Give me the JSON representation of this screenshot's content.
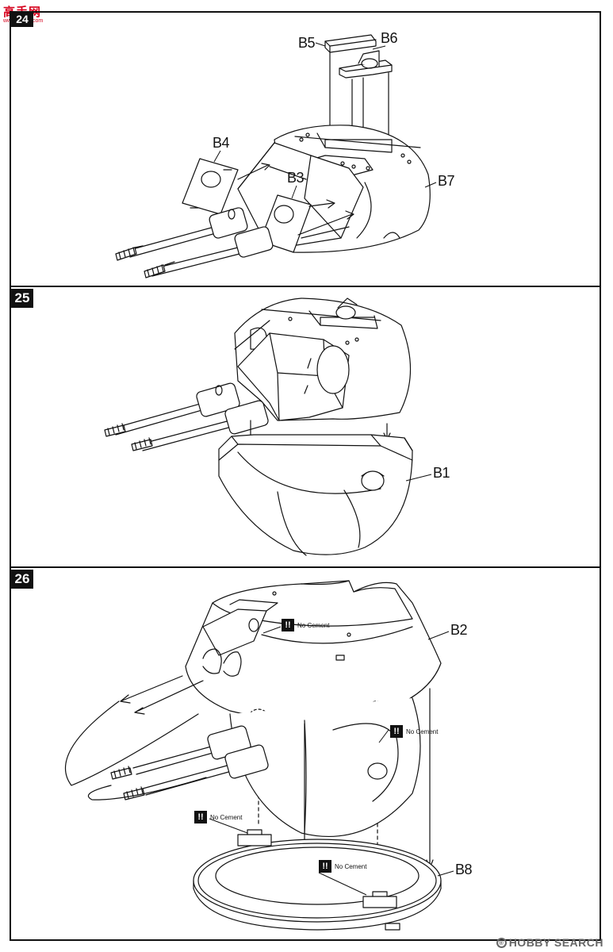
{
  "logo": {
    "text": "高手网",
    "url": "www.gsxcn.com"
  },
  "steps": [
    {
      "number": "24",
      "parts": [
        "B5",
        "B6",
        "B4",
        "B3",
        "B7"
      ]
    },
    {
      "number": "25",
      "parts": [
        "B1"
      ]
    },
    {
      "number": "26",
      "parts": [
        "B2",
        "B8"
      ],
      "notes": [
        "No Cement",
        "No Cement",
        "No Cement",
        "No Cement"
      ]
    }
  ],
  "warning_symbol": "!!",
  "watermark": {
    "text": "HOBBY SEARCH",
    "mark": "®"
  }
}
